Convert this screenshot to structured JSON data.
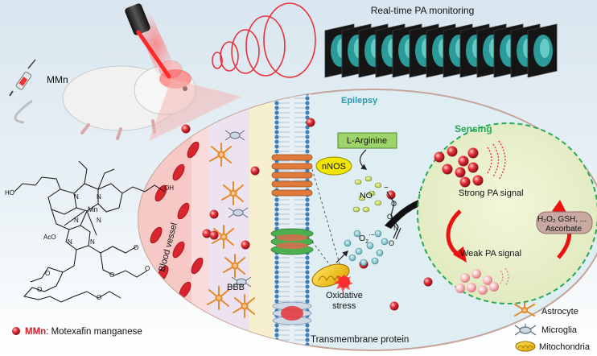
{
  "header": {
    "monitoring_title": "Real-time PA monitoring"
  },
  "probe": {
    "label": "MMn"
  },
  "ellipse": {
    "title": "Epilepsy",
    "blood_vessel": "Blood vessel",
    "bbb": "BBB",
    "transmembrane": "Transmembrane protein",
    "l_arginine": "L-Arginine",
    "nnos": "nNOS",
    "no_radical": "NO",
    "superoxide": "O",
    "oxidative_stress_line1": "Oxidative",
    "oxidative_stress_line2": "stress"
  },
  "sensing": {
    "title": "Sensing",
    "strong": "Strong PA signal",
    "weak": "Weak PA signal",
    "reagents_line1": "H₂O₂ GSH, ...",
    "reagents_line2": "Ascorbate"
  },
  "structure": {
    "labels": [
      "HO",
      "OH",
      "AcO",
      "Mn",
      "N",
      "O"
    ]
  },
  "footer": {
    "mmn_bold": "MMn",
    "mmn_desc": ": Motexafin manganese"
  },
  "legend": [
    {
      "name": "Astrocyte",
      "icon": "astrocyte-icon"
    },
    {
      "name": "Microglia",
      "icon": "microglia-icon"
    },
    {
      "name": "Mitochondria",
      "icon": "mitochondria-icon"
    }
  ],
  "colors": {
    "red_bead": "#e8323a",
    "sensing_border": "#2aa85a",
    "epilepsy_text": "#2a9bb0",
    "lbox_fill": "#9fd46a",
    "nnos_fill": "#f2e600",
    "vessel": "#f3b0b2"
  }
}
